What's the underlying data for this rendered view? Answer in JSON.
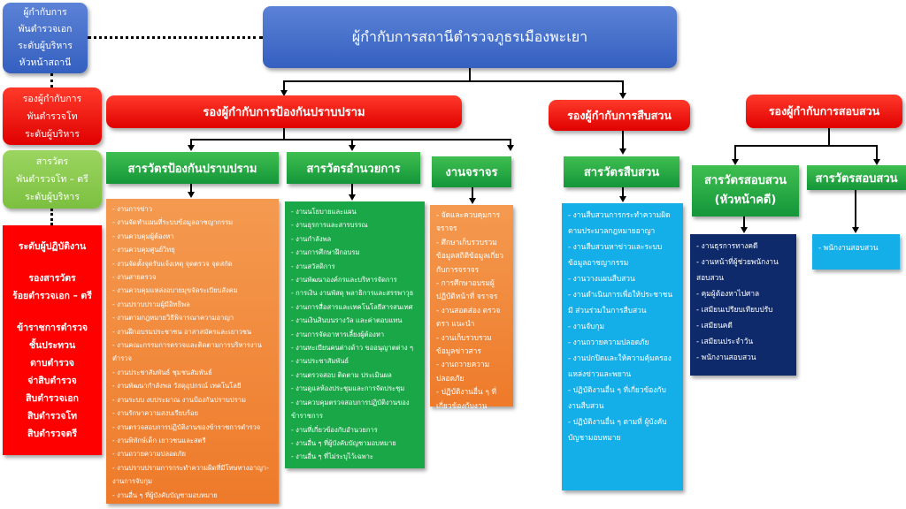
{
  "levels": {
    "superintendent": [
      "ผู้กำกับการ",
      "พันตำรวจเอก",
      "ระดับผู้บริหาร",
      "หัวหน้าสถานี"
    ],
    "deputy": [
      "รองผู้กำกับการ",
      "พันตำรวจโท",
      "ระดับผู้บริหาร"
    ],
    "inspector": [
      "สารวัตร",
      "พันตำรวจโท – ตรี",
      "ระดับผู้บริหาร"
    ],
    "operational": [
      "ระดับผู้ปฏิบัติงาน",
      "",
      "รองสารวัตร",
      "ร้อยตำรวจเอก – ตรี",
      "",
      "ข้าราชการตำรวจ",
      "ชั้นประทวน",
      "ดาบตำรวจ",
      "จ่าสิบตำรวจ",
      "สิบตำรวจเอก",
      "สิบตำรวจโท",
      "สิบตำรวจตรี"
    ]
  },
  "chart": {
    "top": "ผู้กำกับการสถานีตำรวจภูธรเมืองพะเยา",
    "deputies": {
      "prevention": "รองผู้กำกับการป้องกันปราบปราม",
      "investigation": "รองผู้กำกับการสืบสวน",
      "inquiry": "รองผู้กำกับการสอบสวน"
    },
    "units": {
      "prevention": "สารวัตรป้องกันปราบปราม",
      "admin": "สารวัตรอำนวยการ",
      "traffic": "งานจราจร",
      "investigation": "สารวัตรสืบสวน",
      "inquiry_head": [
        "สารวัตรสอบสวน",
        "(หัวหน้าคดี)"
      ],
      "inquiry": "สารวัตรสอบสวน"
    },
    "tasks": {
      "prevention": [
        "- งานการข่าว",
        "- งานจัดทำแผนที่ระบบข้อมูลอาชญากรรม",
        "- งานควบคุมผู้ต้องหา",
        "- งานควบคุมศูนย์วิทยุ",
        "- งานจัดตั้งจุดรับแจ้งเหตุ จุดตรวจ จุดสกัด",
        "- งานสายตรวจ",
        "- งานควบคุมแหล่งอบายมุขจัดระเบียบสังคม",
        "- งานปราบปรามผู้มีอิทธิพล",
        "- งานตามกฎหมายวิธีพิจารณาความอาญา",
        "- งานฝึกอบรมประชาชน อาสาสมัครและเยาวชน",
        "- งานคณะกรรมการตรวจและติดตามการบริหารงานตำรวจ",
        "- งานประชาสัมพันธ์ ชุมชนสัมพันธ์",
        "- งานพัฒนากำลังพล วัสดุอุปกรณ์ เทคโนโลยี",
        "- งานระบบ งบประมาณ งานป้องกันปราบปราม",
        "- งานรักษาความสงบเรียบร้อย",
        "- งานตรวจสอบการปฏิบัติงานของข้าราชการตำรวจ",
        "- งานพิทักษ์เด็ก เยาวชนและสตรี",
        "- งานถวายความปลอดภัย",
        "- งานปราบปรามการกระทำความผิดที่มีโทษทางอาญา- งานการจับกุม",
        "- งานอื่น ๆ ที่ผู้บังคับบัญชามอบหมาย"
      ],
      "admin": [
        "- งานนโยบายและแผน",
        "- งานธุรการและสารบรรณ",
        "- งานกำลังพล",
        "- งานการศึกษาฝึกอบรม",
        "- งานสวัสดิการ",
        "- งานพัฒนาองค์กรและบริหารจัดการ",
        "- การเงิน งานพัสดุ พลาธิการและสรรพาวุธ",
        "- งานการสื่อสารและเทคโนโลยีสารสนเทศ",
        "- งานเงินสินบนรางวัล และค่าตอบแทน",
        "- งานการจัดอาหารเลี้ยงผู้ต้องหา",
        "- งานทะเบียนคนต่างด้าว ขออนุญาตต่าง ๆ",
        "- งานประชาสัมพันธ์",
        "- งานตรวจสอบ ติดตาม ประเมินผล",
        "- งานดูแลห้องประชุมและการจัดประชุม",
        "- งานควบคุมตรวจสอบการปฏิบัติงานของข้าราชการ",
        "- งานที่เกี่ยวข้องกับอำนวยการ",
        "- งานอื่น ๆ ที่ผู้บังคับบัญชามอบหมาย",
        "- งานอื่น ๆ ที่ไม่ระบุไว้เฉพาะ"
      ],
      "traffic": [
        "- จัดและควบคุมการจราจร",
        "- ศึกษาเก็บรวบรวมข้อมูลสถิติข้อมูลเกี่ยวกับการจราจร",
        "- การศึกษาอบรมผู้ปฏิบัติหน้าที่ จราจร",
        "- งานสอดส่อง ตรวจตรา แนะนำ",
        "- งานเก็บรวบรวมข้อมูลข่าวสาร",
        "- งานถวายความปลอดภัย",
        "- ปฏิบัติงานอื่น ๆ ที่เกี่ยวข้องกับงาน จราจร"
      ],
      "investigation": [
        "- งานสืบสวนการกระทำความผิดตามประมวลกฎหมายอาญา",
        "- งานสืบสวนหาข่าวและระบบข้อมูลอาชญากรรม",
        "- งานวางแผนสืบสวน",
        "- งานดำเนินการเพื่อให้ประชาชนมี ส่วนร่วมในการสืบสวน",
        "- งานจับกุม",
        "- งานถวายความปลอดภัย",
        "- งานปกปิดและให้ความคุ้มครองแหล่งข่าวและพยาน",
        "- ปฏิบัติงานอื่น ๆ ที่เกี่ยวข้องกับงานสืบสวน",
        "- ปฏิบัติงานอื่น ๆ ตามที่ ผู้บังคับบัญชามอบหมาย"
      ],
      "inquiry_head": [
        "- งานธุรการทางคดี",
        "- งานหน้าที่ผู้ช่วยพนักงานสอบสวน",
        "- คุมผู้ต้องหาไปศาล",
        "- เสมียนเปรียบเทียบปรับ",
        "- เสมียนคดี",
        "- เสมียนประจำวัน",
        "- พนักงานสอบสวน"
      ],
      "inquiry": [
        "- พนักงานสอบสวน"
      ]
    }
  }
}
